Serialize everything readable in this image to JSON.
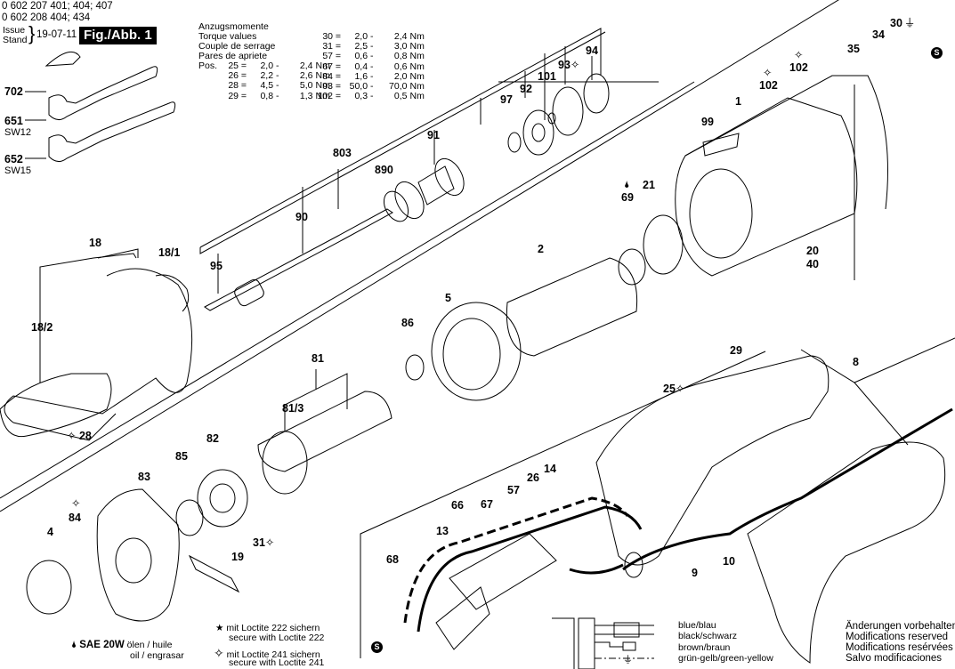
{
  "header": {
    "part_numbers": [
      "0 602 207 401; 404; 407",
      "0 602 208 404; 434"
    ],
    "issue_labels": [
      "Issue",
      "Stand"
    ],
    "issue_date": "19-07-11",
    "figure_label": "Fig./Abb. 1"
  },
  "torque_table": {
    "titles": [
      "Anzugsmomente",
      "Torque values",
      "Couple de serrage",
      "Pares de apriete"
    ],
    "prefix": "Pos.",
    "left_rows": [
      {
        "pos": "25",
        "min": "2,0",
        "max": "2,4",
        "unit": "Nm"
      },
      {
        "pos": "26",
        "min": "2,2",
        "max": "2,6",
        "unit": "Nm"
      },
      {
        "pos": "28",
        "min": "4,5",
        "max": "5,0",
        "unit": "Nm"
      },
      {
        "pos": "29",
        "min": "0,8",
        "max": "1,3",
        "unit": "Nm"
      }
    ],
    "right_rows": [
      {
        "pos": "30",
        "min": "2,0",
        "max": "2,4",
        "unit": "Nm"
      },
      {
        "pos": "31",
        "min": "2,5",
        "max": "3,0",
        "unit": "Nm"
      },
      {
        "pos": "57",
        "min": "0,6",
        "max": "0,8",
        "unit": "Nm"
      },
      {
        "pos": "67",
        "min": "0,4",
        "max": "0,6",
        "unit": "Nm"
      },
      {
        "pos": "84",
        "min": "1,6",
        "max": "2,0",
        "unit": "Nm"
      },
      {
        "pos": "93",
        "min": "50,0",
        "max": "70,0",
        "unit": "Nm"
      },
      {
        "pos": "102",
        "min": "0,3",
        "max": "0,5",
        "unit": "Nm"
      }
    ]
  },
  "part_labels": {
    "p702": "702",
    "p651": "651",
    "p651_sub": "SW12",
    "p652": "652",
    "p652_sub": "SW15",
    "p803": "803",
    "p890": "890",
    "p90": "90",
    "p95": "95",
    "p91": "91",
    "p97": "97",
    "p92": "92",
    "p101": "101",
    "p93": "93",
    "p94": "94",
    "p99": "99",
    "p1": "1",
    "p102a": "102",
    "p102b": "102",
    "p35": "35",
    "p34": "34",
    "p30": "30",
    "p69": "69",
    "p21": "21",
    "p20": "20",
    "p40": "40",
    "p18": "18",
    "p18_1": "18/1",
    "p18_2": "18/2",
    "p28": "28",
    "p2": "2",
    "p5": "5",
    "p86": "86",
    "p81": "81",
    "p81_3": "81/3",
    "p29": "29",
    "p25": "25",
    "p8": "8",
    "p82": "82",
    "p85": "85",
    "p83": "83",
    "p84": "84",
    "p4": "4",
    "p31": "31",
    "p19": "19",
    "p66": "66",
    "p67": "67",
    "p57": "57",
    "p26": "26",
    "p14": "14",
    "p13": "13",
    "p68": "68",
    "p9": "9",
    "p10": "10",
    "s_marker": "S"
  },
  "symbols": {
    "loctite_star": "✧",
    "loctite_solid": "★",
    "oil_drop": "🌢",
    "ground": "⏚"
  },
  "legend": {
    "oil_title": "SAE 20W",
    "oil_text_1": "ölen / huile",
    "oil_text_2": "oil / engrasar",
    "loctite222_1": "mit Loctite 222 sichern",
    "loctite222_2": "secure with Loctite 222",
    "loctite241_1": "mit Loctite 241 sichern",
    "loctite241_2": "secure with Loctite 241"
  },
  "wiring": {
    "labels": [
      "blue/blau",
      "black/schwarz",
      "brown/braun",
      "grün-gelb/green-yellow"
    ]
  },
  "notice": [
    "Änderungen vorbehalten",
    "Modifications reserved",
    "Modifications resérvées",
    "Salvo modificaciones"
  ]
}
